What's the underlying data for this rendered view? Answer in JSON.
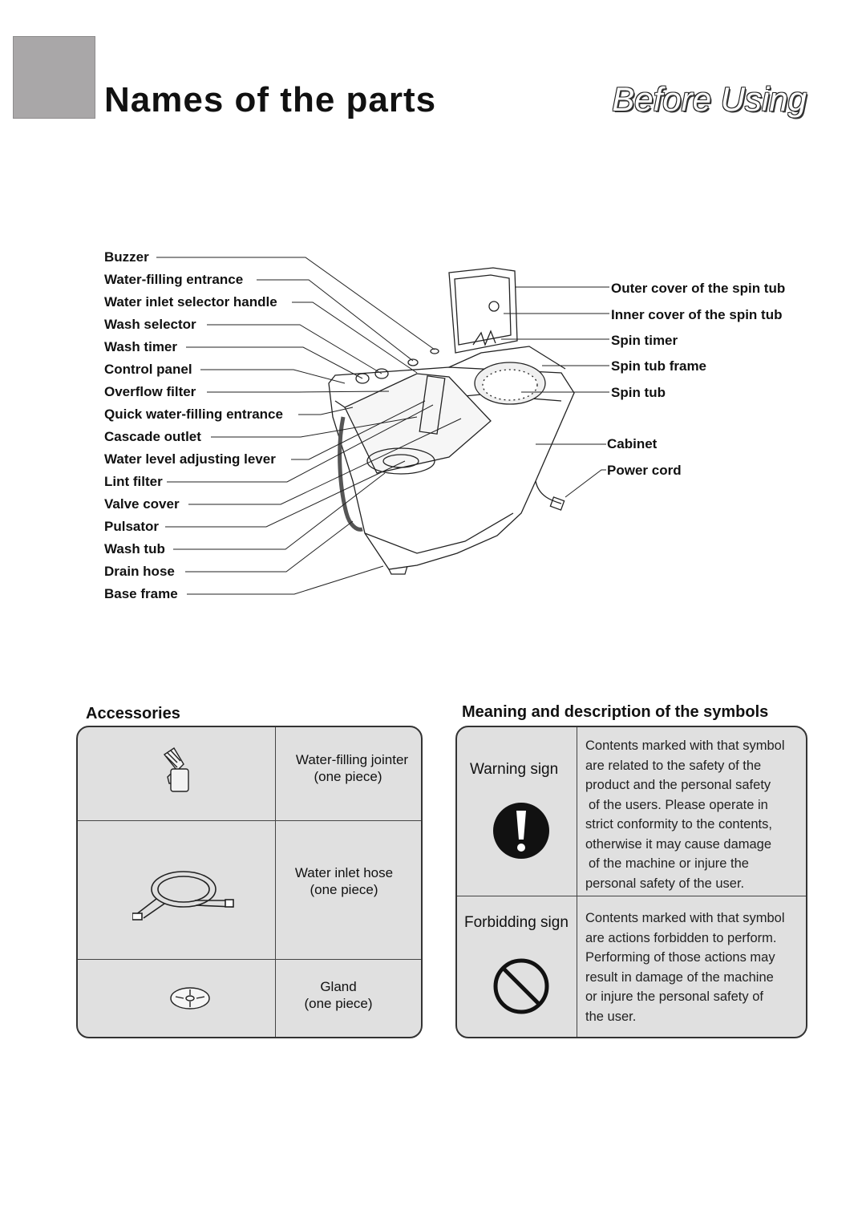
{
  "header": {
    "title": "Names of the parts",
    "section": "Before Using"
  },
  "parts_left": [
    "Buzzer",
    "Water-filling entrance",
    "Water inlet selector handle",
    "Wash selector",
    "Wash timer",
    "Control panel",
    "Overflow filter",
    "Quick water-filling entrance",
    "Cascade outlet",
    "Water level adjusting lever",
    "Lint filter",
    "Valve cover",
    "Pulsator",
    "Wash tub",
    "Drain hose",
    "Base frame"
  ],
  "parts_right": [
    "Outer cover of the spin tub",
    "Inner cover of the spin tub",
    "Spin timer",
    "Spin tub frame",
    "Spin tub",
    "Cabinet",
    "Power cord"
  ],
  "accessories": {
    "heading": "Accessories",
    "items": [
      {
        "name": "Water-filling jointer",
        "qty": "(one piece)",
        "icon": "water-filling-jointer-icon"
      },
      {
        "name": "Water inlet hose",
        "qty": "(one piece)",
        "icon": "water-inlet-hose-icon"
      },
      {
        "name": "Gland",
        "qty": "(one piece)",
        "icon": "gland-icon"
      }
    ]
  },
  "symbols": {
    "heading": "Meaning and description of the symbols",
    "items": [
      {
        "name": "Warning sign",
        "icon": "warning-exclamation-icon",
        "lines": [
          "Contents marked with that symbol",
          "are related to the safety of the",
          "product and the personal safety",
          "of the users. Please operate in",
          "strict conformity to the contents,",
          "otherwise it may cause damage",
          "of the machine or injure the",
          "personal safety of the user."
        ]
      },
      {
        "name": "Forbidding sign",
        "icon": "prohibition-icon",
        "lines": [
          "Contents marked with that symbol",
          "are actions forbidden to perform.",
          "Performing of those actions may",
          "result in damage of the machine",
          "or injure the personal safety of",
          "the user."
        ]
      }
    ]
  }
}
